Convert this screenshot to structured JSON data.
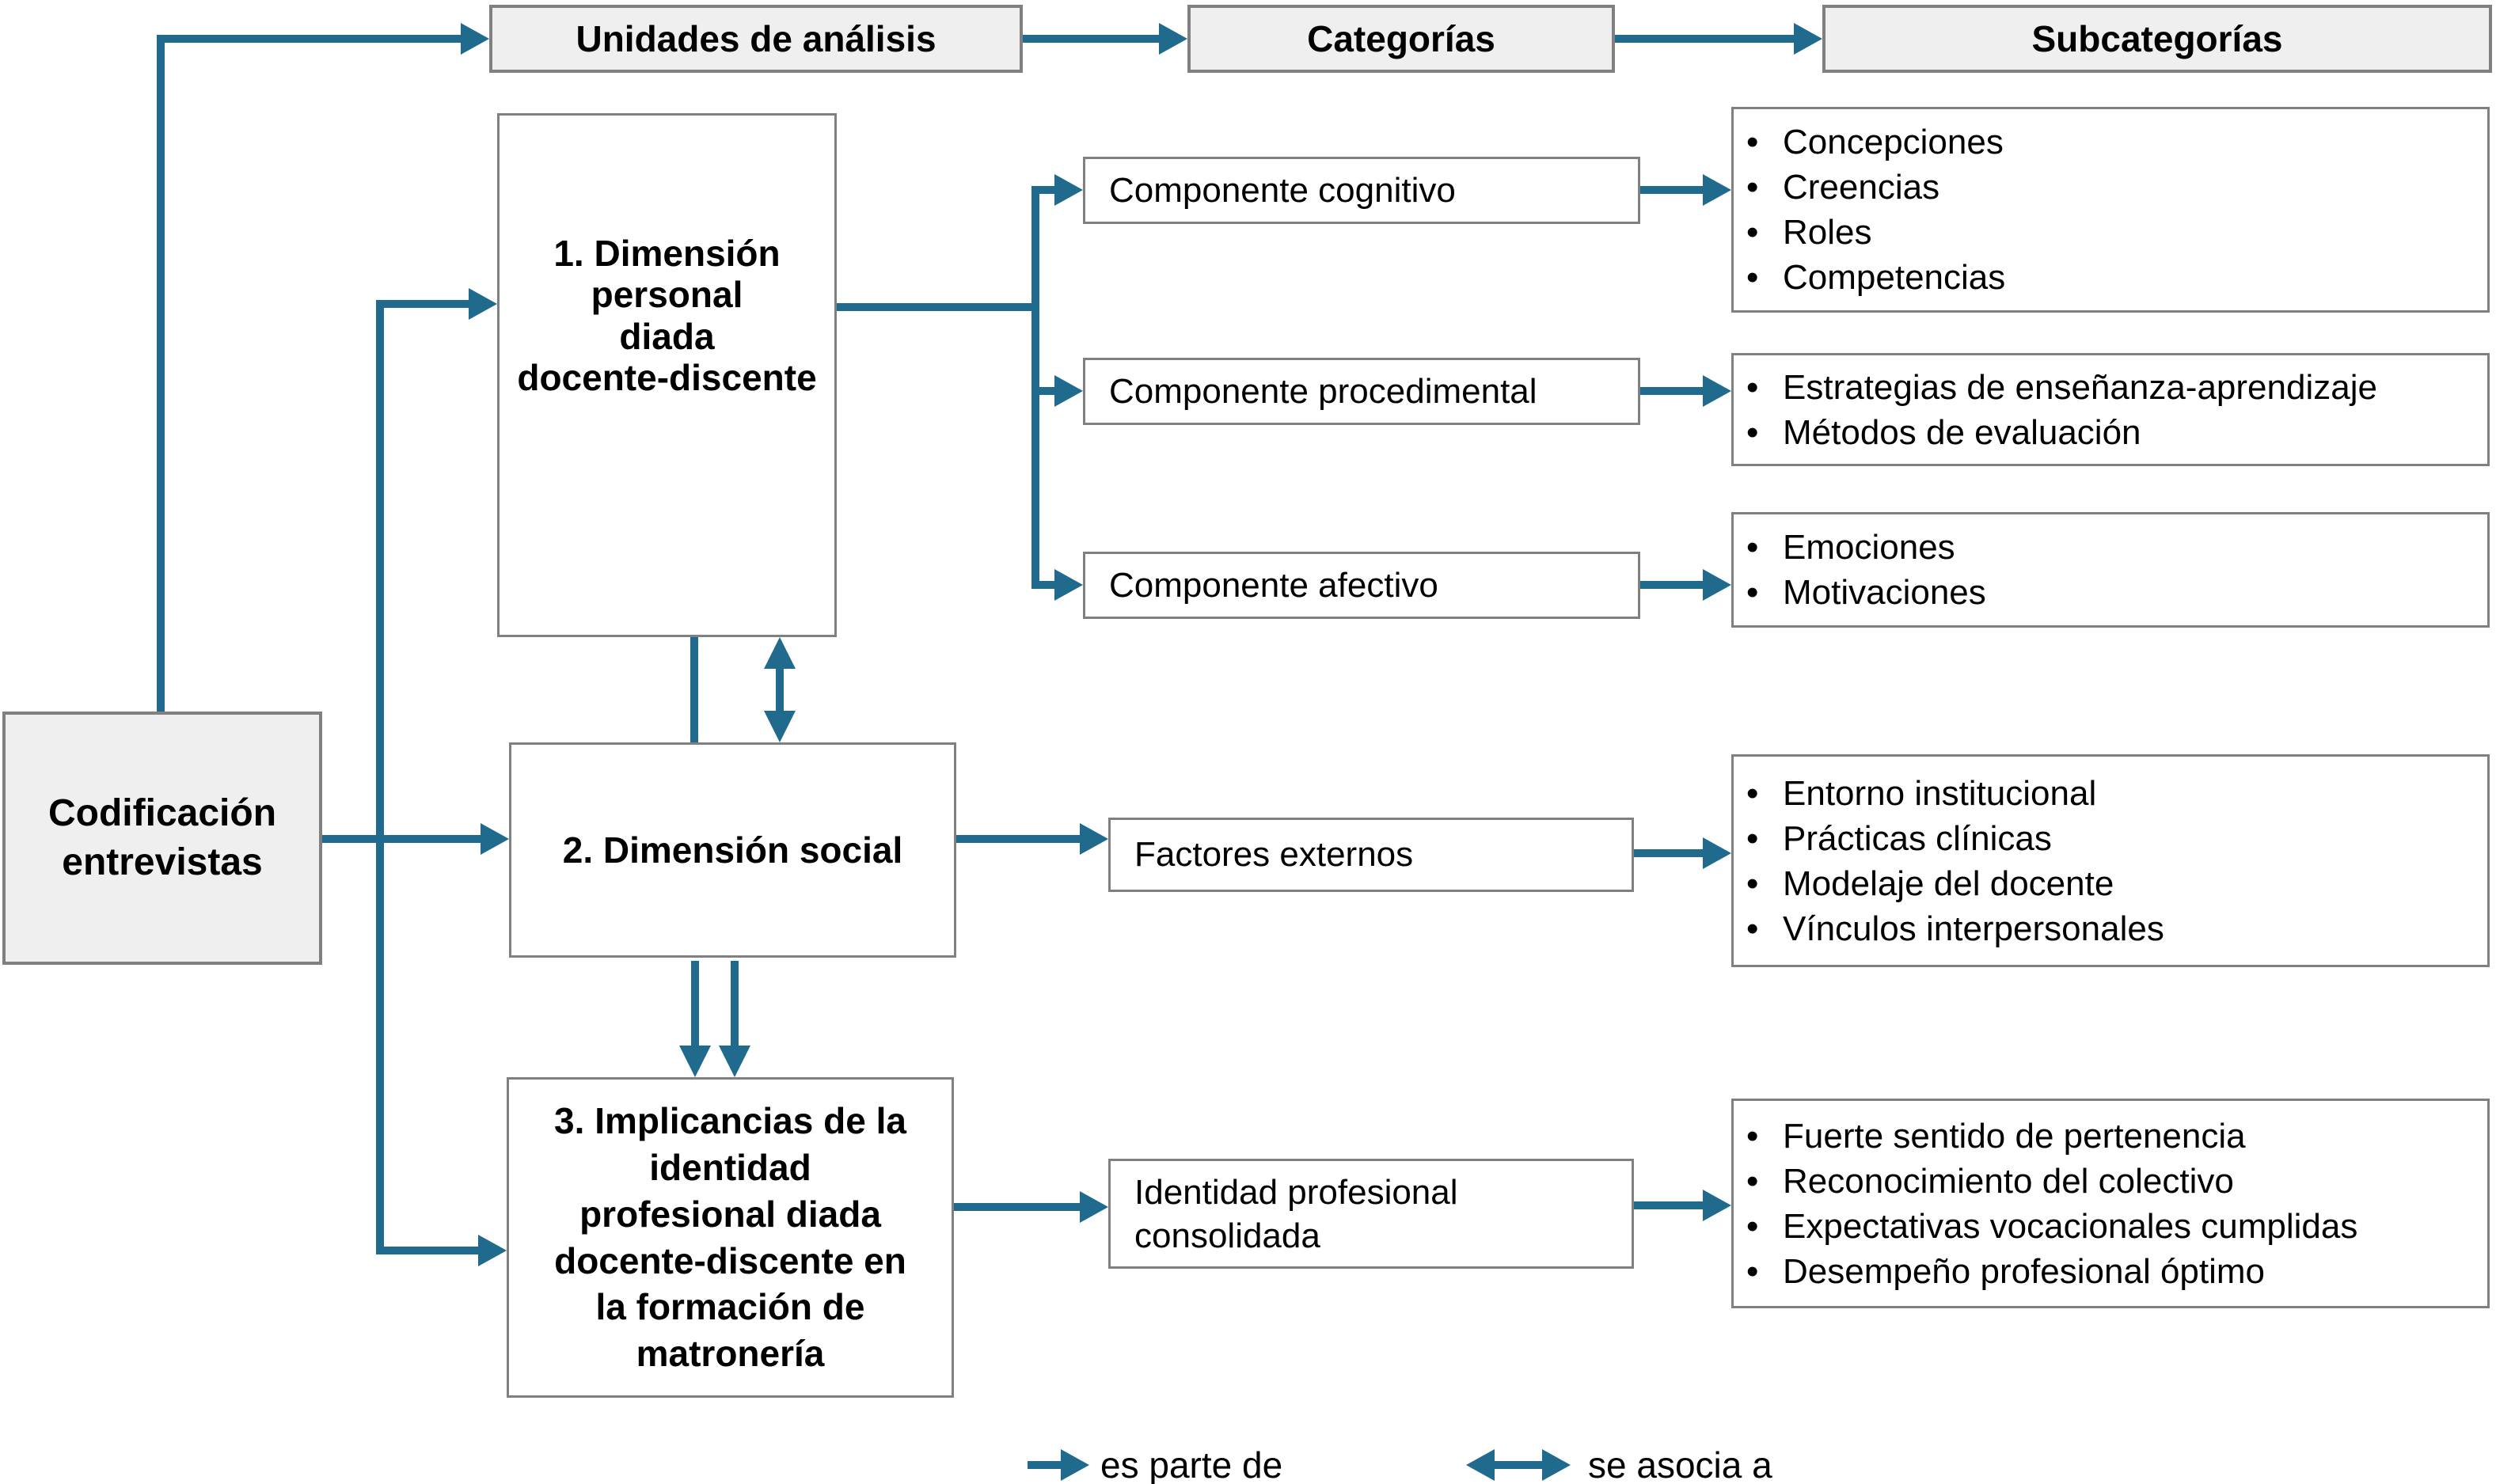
{
  "colors": {
    "accent": "#206a8d",
    "box_border": "#808080",
    "header_fill": "#efefef",
    "text": "#000000"
  },
  "headers": {
    "units": "Unidades de análisis",
    "categories": "Categorías",
    "subcategories": "Subcategorías"
  },
  "source": {
    "label": [
      "Codificación",
      "entrevistas"
    ]
  },
  "units": [
    {
      "label": [
        "1. Dimensión",
        "personal",
        "diada",
        "docente-discente"
      ]
    },
    {
      "label": [
        "2. Dimensión social"
      ]
    },
    {
      "label": [
        "3. Implicancias de la",
        "identidad",
        "profesional diada",
        "docente-discente en",
        "la formación de",
        "matronería"
      ]
    }
  ],
  "categories": [
    {
      "label": "Componente cognitivo"
    },
    {
      "label": "Componente procedimental"
    },
    {
      "label": "Componente afectivo"
    },
    {
      "label": "Factores externos"
    },
    {
      "label": [
        "Identidad profesional",
        "consolidada"
      ]
    }
  ],
  "subcategories": [
    {
      "items": [
        "Concepciones",
        "Creencias",
        "Roles",
        "Competencias"
      ]
    },
    {
      "items": [
        "Estrategias de enseñanza-aprendizaje",
        "Métodos de evaluación"
      ]
    },
    {
      "items": [
        "Emociones",
        "Motivaciones"
      ]
    },
    {
      "items": [
        "Entorno institucional",
        "Prácticas clínicas",
        "Modelaje del docente",
        "Vínculos interpersonales"
      ]
    },
    {
      "items": [
        "Fuerte sentido de pertenencia",
        "Reconocimiento del colectivo",
        "Expectativas vocacionales cumplidas",
        "Desempeño profesional óptimo"
      ]
    }
  ],
  "legend": {
    "part_of": "es parte de",
    "associated": "se asocia a"
  }
}
